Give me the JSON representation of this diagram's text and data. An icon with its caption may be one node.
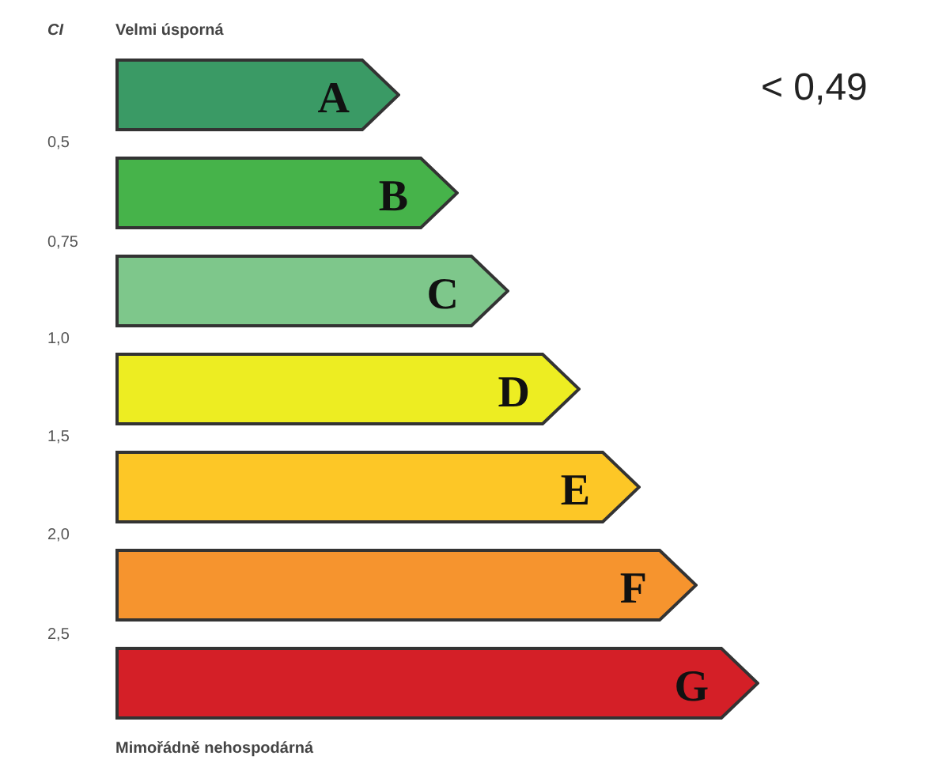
{
  "diagram": {
    "nodes": [
      {
        "text": [
          "A"
        ]
      },
      {
        "text": [
          "B"
        ]
      },
      {
        "text": [
          "C"
        ]
      },
      {
        "text": [
          "D"
        ]
      },
      {
        "text": [
          "E"
        ]
      },
      {
        "text": [
          "F"
        ]
      },
      {
        "text": [
          "G"
        ]
      }
    ],
    "labels": [
      "CI",
      "Velmi úsporná",
      "< 0,49",
      "0,5",
      "0,75",
      "1,0",
      "1,5",
      "2,0",
      "2,5",
      "Mimořádně nehospodárná"
    ]
  }
}
